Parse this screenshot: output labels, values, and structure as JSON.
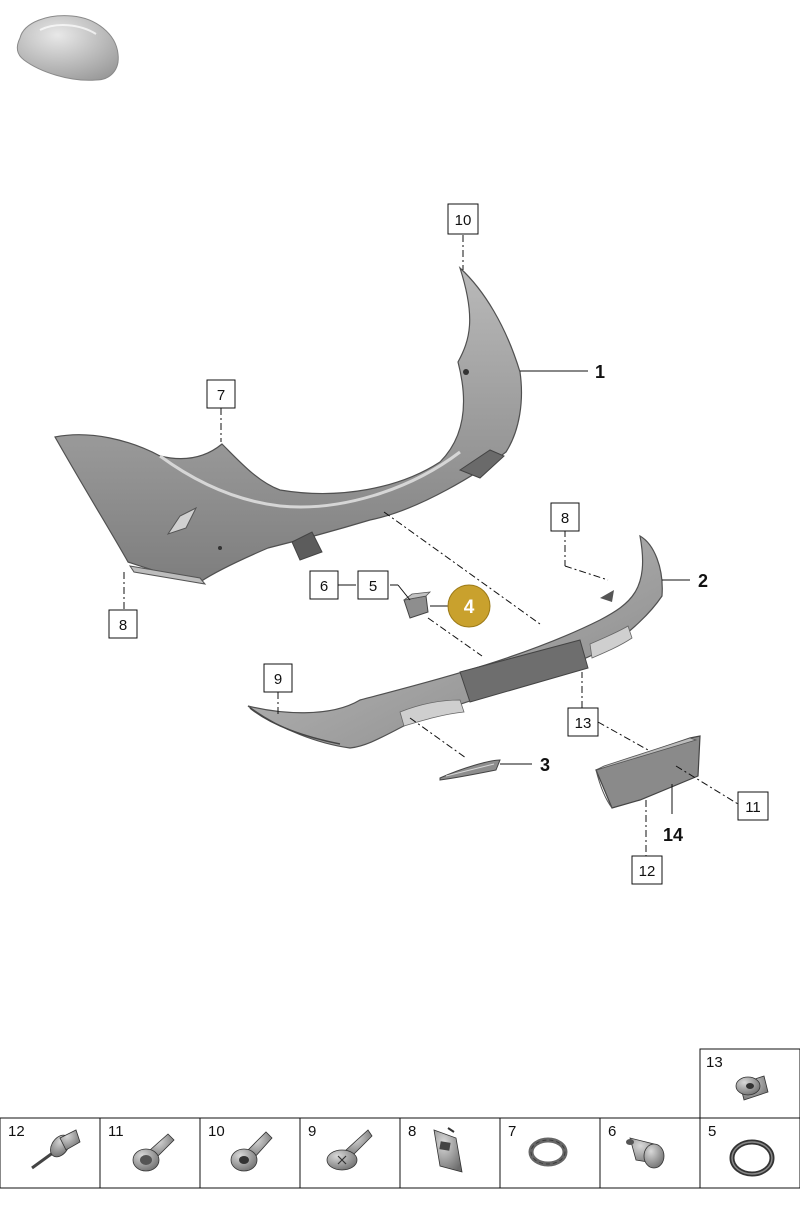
{
  "callouts": {
    "c10": "10",
    "c1": "1",
    "c7": "7",
    "c8a": "8",
    "c8b": "8",
    "c2": "2",
    "c6": "6",
    "c5": "5",
    "c4": "4",
    "c9": "9",
    "c13": "13",
    "c3": "3",
    "c11": "11",
    "c14": "14",
    "c12": "12"
  },
  "legend": {
    "top": "13",
    "row": [
      "12",
      "11",
      "10",
      "9",
      "8",
      "7",
      "6",
      "5"
    ]
  },
  "colors": {
    "highlight": "#c9a12d",
    "part_fill": "#9d9d9d",
    "part_dark": "#6f6f6f"
  }
}
